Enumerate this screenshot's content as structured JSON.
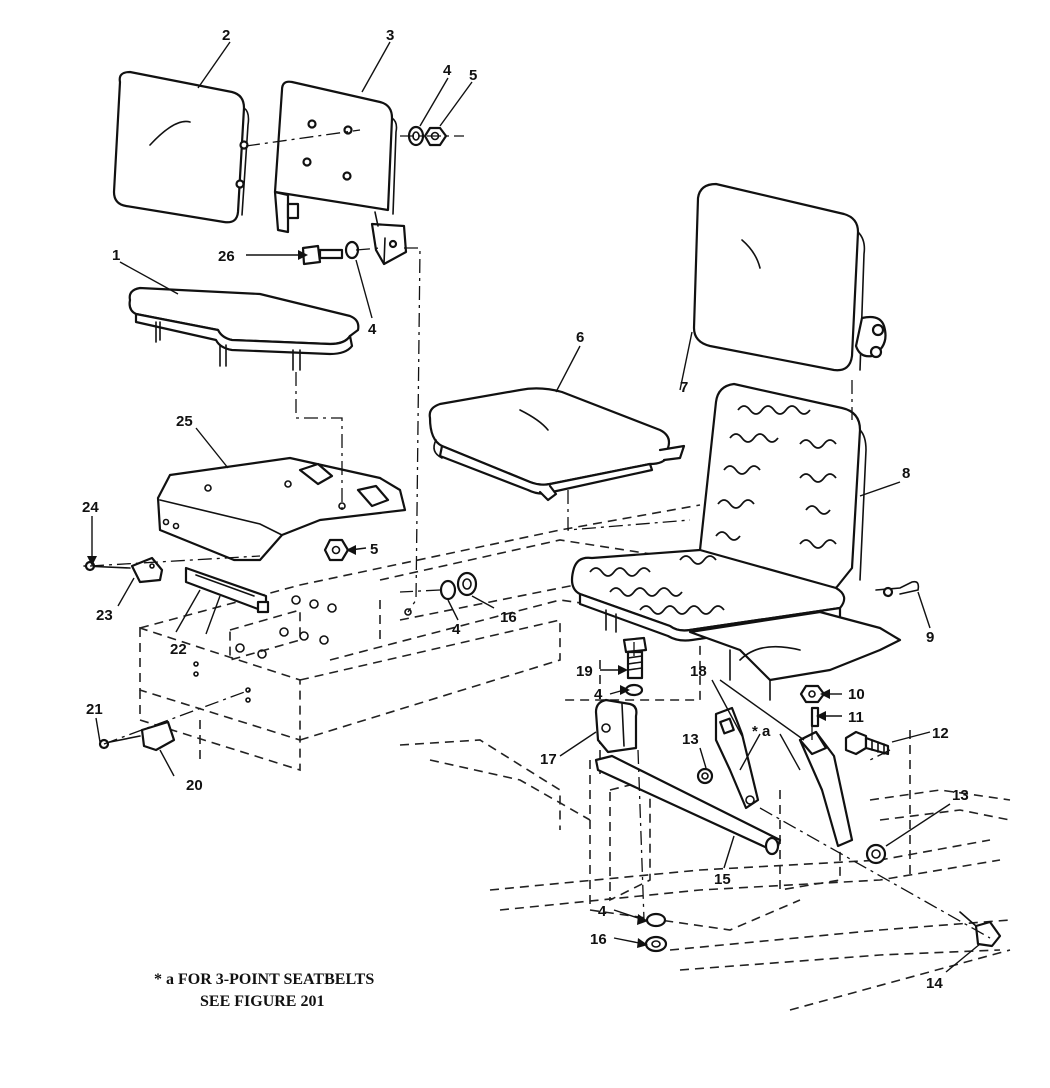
{
  "callouts": [
    {
      "id": "c1",
      "label": "1"
    },
    {
      "id": "c2",
      "label": "2"
    },
    {
      "id": "c3",
      "label": "3"
    },
    {
      "id": "c4a",
      "label": "4"
    },
    {
      "id": "c5a",
      "label": "5"
    },
    {
      "id": "c26",
      "label": "26"
    },
    {
      "id": "c4b",
      "label": "4"
    },
    {
      "id": "c25",
      "label": "25"
    },
    {
      "id": "c6",
      "label": "6"
    },
    {
      "id": "c7",
      "label": "7"
    },
    {
      "id": "c8",
      "label": "8"
    },
    {
      "id": "c24",
      "label": "24"
    },
    {
      "id": "c5b",
      "label": "5"
    },
    {
      "id": "c23",
      "label": "23"
    },
    {
      "id": "c22",
      "label": "22"
    },
    {
      "id": "c4c",
      "label": "4"
    },
    {
      "id": "c16a",
      "label": "16"
    },
    {
      "id": "c9",
      "label": "9"
    },
    {
      "id": "c19",
      "label": "19"
    },
    {
      "id": "c18",
      "label": "18"
    },
    {
      "id": "c4d",
      "label": "4"
    },
    {
      "id": "c10",
      "label": "10"
    },
    {
      "id": "c11",
      "label": "11"
    },
    {
      "id": "c21",
      "label": "21"
    },
    {
      "id": "c13a",
      "label": "13"
    },
    {
      "id": "cstar",
      "label": "* a"
    },
    {
      "id": "c12",
      "label": "12"
    },
    {
      "id": "c17",
      "label": "17"
    },
    {
      "id": "c20",
      "label": "20"
    },
    {
      "id": "c13b",
      "label": "13"
    },
    {
      "id": "c15",
      "label": "15"
    },
    {
      "id": "c4e",
      "label": "4"
    },
    {
      "id": "c16b",
      "label": "16"
    },
    {
      "id": "c14",
      "label": "14"
    }
  ],
  "note": {
    "line1": "* a  FOR 3-POINT SEATBELTS",
    "line2": "SEE FIGURE 201"
  }
}
